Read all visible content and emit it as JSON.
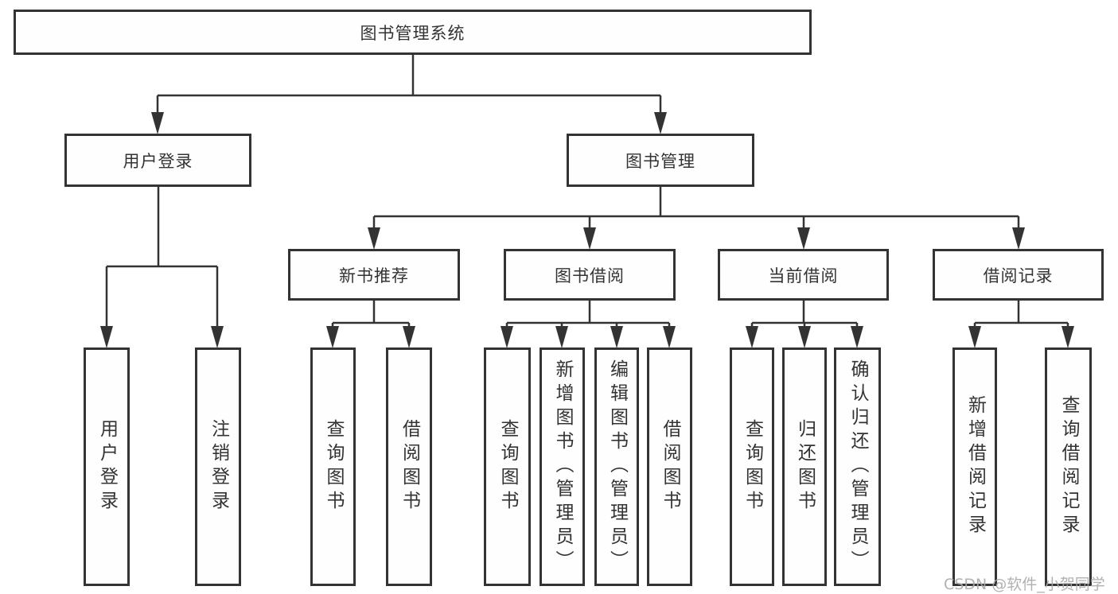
{
  "diagram": {
    "title": "图书管理系统",
    "nodes": {
      "root": "图书管理系统",
      "user_login": "用户登录",
      "book_mgmt": "图书管理",
      "new_book_rec": "新书推荐",
      "book_borrow": "图书借阅",
      "current_borrow": "当前借阅",
      "borrow_record": "借阅记录",
      "ul_user_login": "用户登录",
      "ul_logout": "注销登录",
      "nbr_query_book": "查询图书",
      "nbr_borrow_book": "借阅图书",
      "bb_query_book": "查询图书",
      "bb_add_book": "新增图书（管理员）",
      "bb_edit_book": "编辑图书（管理员）",
      "bb_borrow_book": "借阅图书",
      "cb_query_book": "查询图书",
      "cb_return_book": "归还图书",
      "cb_confirm_return": "确认归还（管理员）",
      "br_add_record": "新增借阅记录",
      "br_query_record": "查询借阅记录"
    },
    "hierarchy": {
      "图书管理系统": {
        "用户登录": [
          "用户登录",
          "注销登录"
        ],
        "图书管理": {
          "新书推荐": [
            "查询图书",
            "借阅图书"
          ],
          "图书借阅": [
            "查询图书",
            "新增图书（管理员）",
            "编辑图书（管理员）",
            "借阅图书"
          ],
          "当前借阅": [
            "查询图书",
            "归还图书",
            "确认归还（管理员）"
          ],
          "借阅记录": [
            "新增借阅记录",
            "查询借阅记录"
          ]
        }
      }
    },
    "colors": {
      "line": "#333333",
      "text": "#333333",
      "background": "#ffffff",
      "watermark": "#a9a9a9"
    }
  },
  "watermark": "CSDN @软件_小贺同学"
}
